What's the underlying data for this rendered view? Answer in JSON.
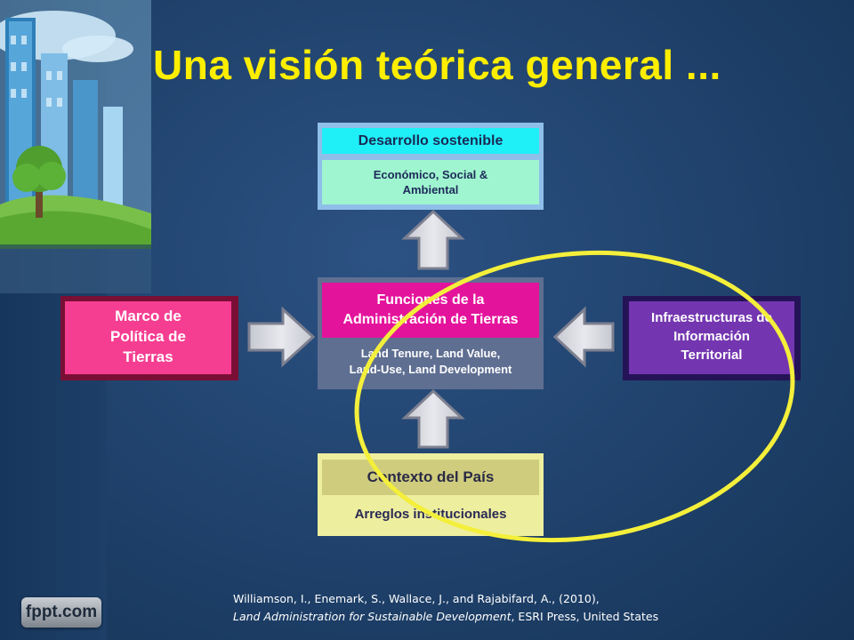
{
  "slide": {
    "title": "Una visión teórica general ..."
  },
  "nodes": {
    "top": {
      "heading": "Desarrollo sostenible",
      "line1": "Económico, Social &",
      "line2": "Ambiental"
    },
    "center": {
      "heading_line1": "Funciones de  la",
      "heading_line2": "Administración de Tierras",
      "body_line1": "Land Tenure, Land Value,",
      "body_line2": "Land-Use, Land Development"
    },
    "bottom": {
      "heading": "Contexto del País",
      "body": "Arreglos institucionales"
    },
    "left": {
      "line1": "Marco de",
      "line2": "Política de",
      "line3": "Tierras"
    },
    "right": {
      "line1": "Infraestructuras de",
      "line2": "Información",
      "line3": "Territorial"
    }
  },
  "citation": {
    "line1": "Williamson, I., Enemark, S., Wallace, J., and Rajabifard, A., (2010),",
    "work": "Land Administration for Sustainable Development",
    "publisher": ", ESRI Press, United States"
  },
  "logo": {
    "text": "fppt.com"
  },
  "colors": {
    "title": "#ffee00",
    "highlight_ellipse": "#f4ef3a",
    "arrows": "#d7d9df"
  }
}
